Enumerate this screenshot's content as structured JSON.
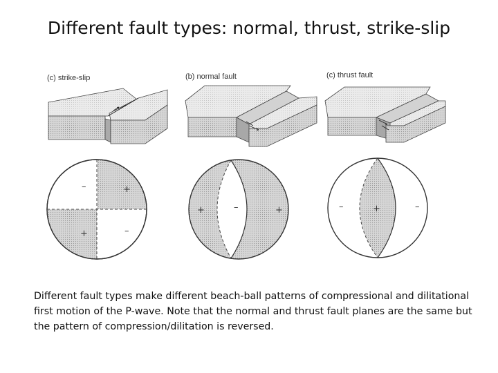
{
  "title": "Different fault types: normal, thrust, strike-slip",
  "panels": [
    {
      "label": "(c)  strike-slip"
    },
    {
      "label": "(b)  normal fault"
    },
    {
      "label": "(c)  thrust fault"
    }
  ],
  "beachballs": [
    {
      "signs": [
        "–",
        "+",
        "+",
        "–"
      ]
    },
    {
      "signs": [
        "+",
        "–",
        "+"
      ]
    },
    {
      "signs": [
        "–",
        "+",
        "–"
      ]
    }
  ],
  "caption": "Different fault types make different beach-ball patterns of compressional and dilitational first motion of the P-wave.  Note that the normal and thrust fault planes are the same but the pattern of compression/dilitation is reversed.",
  "colors": {
    "shade": "#cfcfcf",
    "block_top": "#e4e4e4",
    "block_side": "#bdbdbd",
    "outline": "#333333"
  }
}
